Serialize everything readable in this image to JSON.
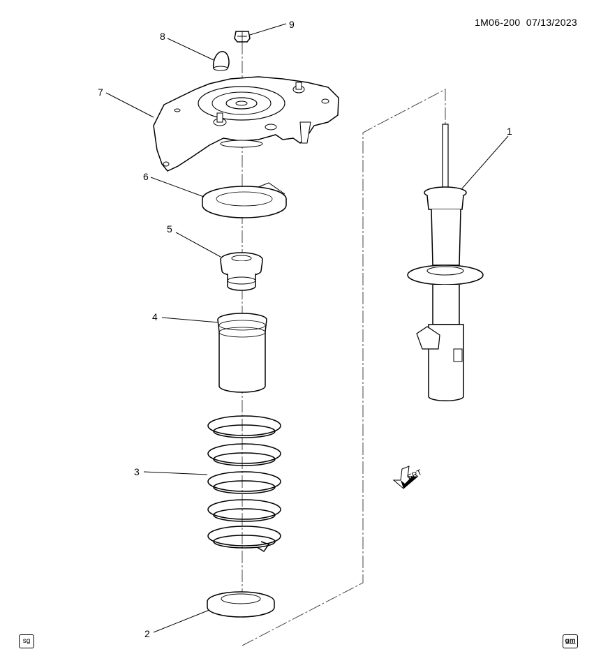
{
  "header": {
    "code": "1M06-200",
    "date": "07/13/2023"
  },
  "callouts": [
    "1",
    "2",
    "3",
    "4",
    "5",
    "6",
    "7",
    "8",
    "9"
  ],
  "frt_label": "FRT",
  "badges": {
    "left": "sg",
    "right": "gm"
  }
}
